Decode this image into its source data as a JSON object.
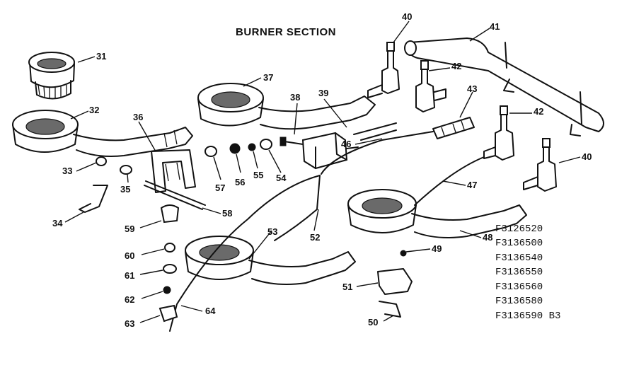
{
  "title": "BURNER SECTION",
  "part_callouts": [
    {
      "label": "31"
    },
    {
      "label": "32"
    },
    {
      "label": "33"
    },
    {
      "label": "34"
    },
    {
      "label": "35"
    },
    {
      "label": "36"
    },
    {
      "label": "37"
    },
    {
      "label": "38"
    },
    {
      "label": "39"
    },
    {
      "label": "40"
    },
    {
      "label": "41"
    },
    {
      "label": "42"
    },
    {
      "label": "42"
    },
    {
      "label": "43"
    },
    {
      "label": "46"
    },
    {
      "label": "40"
    },
    {
      "label": "47"
    },
    {
      "label": "48"
    },
    {
      "label": "49"
    },
    {
      "label": "50"
    },
    {
      "label": "51"
    },
    {
      "label": "52"
    },
    {
      "label": "53"
    },
    {
      "label": "54"
    },
    {
      "label": "55"
    },
    {
      "label": "56"
    },
    {
      "label": "57"
    },
    {
      "label": "58"
    },
    {
      "label": "59"
    },
    {
      "label": "60"
    },
    {
      "label": "61"
    },
    {
      "label": "62"
    },
    {
      "label": "63"
    },
    {
      "label": "64"
    }
  ],
  "model_numbers": [
    "F3126520",
    "F3136500",
    "F3136540",
    "F3136550",
    "F3136560",
    "F3136580",
    "F3136590 B3"
  ]
}
